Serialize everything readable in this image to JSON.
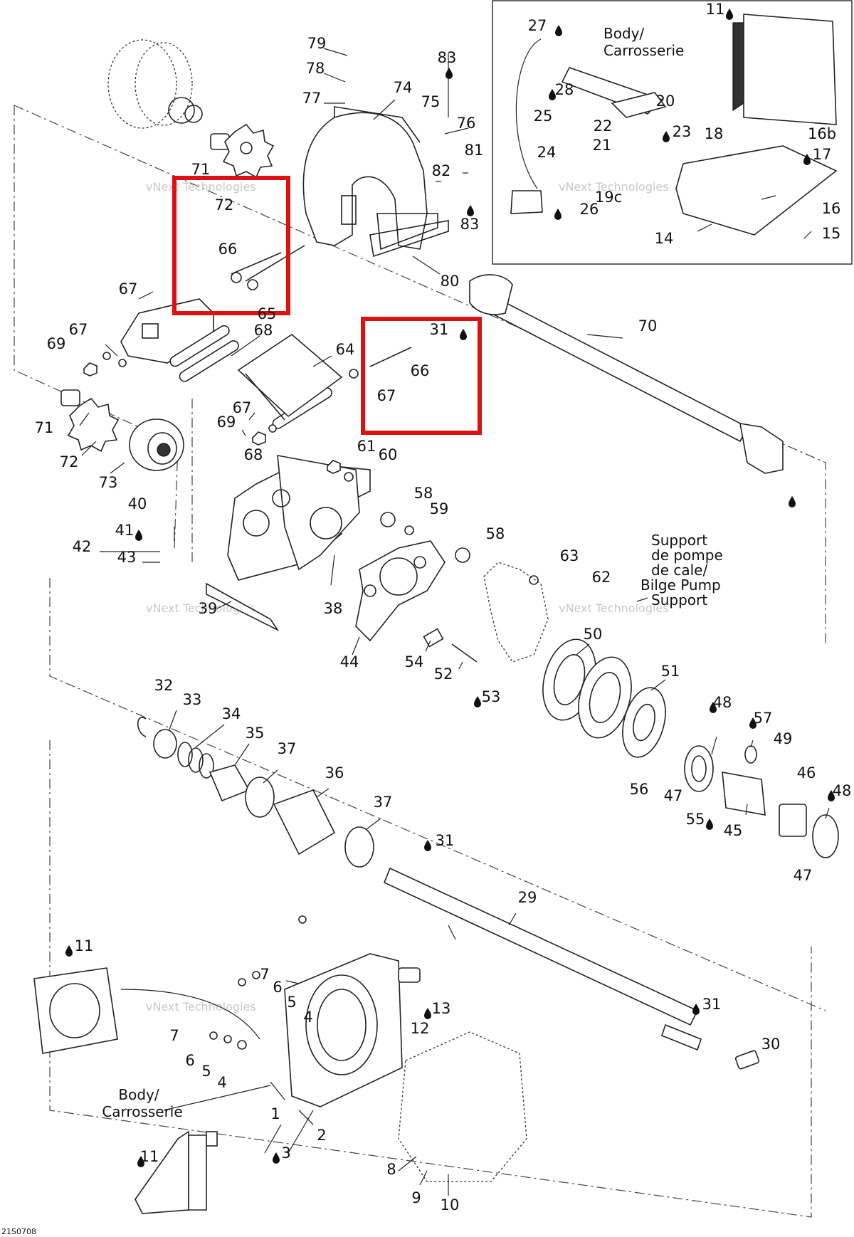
{
  "diagram_code": "21S0708",
  "watermark": [
    "vNext Technologies",
    "vNext Technologies",
    "vNext Technologies",
    "vNext Technologies",
    "vNext Technologies"
  ],
  "labels": {
    "body_top": "Body/\nCarrosserie",
    "body_bottom": "Body/\nCarrosserie",
    "bilge": "Support\nde pompe\nde cale/\nBilge Pump\nSupport"
  },
  "callouts": [
    "79",
    "78",
    "77",
    "74",
    "75",
    "83",
    "76",
    "82",
    "81",
    "83",
    "80",
    "71",
    "72",
    "66",
    "67",
    "65",
    "67",
    "69",
    "68",
    "64",
    "31",
    "70",
    "66",
    "67",
    "67",
    "69",
    "68",
    "71",
    "72",
    "73",
    "61",
    "60",
    "58",
    "59",
    "58",
    "63",
    "62",
    "40",
    "41",
    "42",
    "43",
    "39",
    "38",
    "44",
    "54",
    "52",
    "53",
    "50",
    "51",
    "32",
    "33",
    "34",
    "35",
    "37",
    "36",
    "37",
    "31",
    "48",
    "57",
    "49",
    "56",
    "47",
    "46",
    "48",
    "55",
    "45",
    "47",
    "29",
    "11",
    "7",
    "6",
    "5",
    "4",
    "13",
    "12",
    "7",
    "6",
    "5",
    "4",
    "31",
    "30",
    "1",
    "2",
    "3",
    "8",
    "9",
    "10",
    "11",
    "27",
    "28",
    "25",
    "24",
    "20",
    "22",
    "23",
    "21",
    "26",
    "11",
    "18",
    "16b",
    "17",
    "19c",
    "16",
    "14",
    "15"
  ],
  "highlight_boxes": 2,
  "colors": {
    "highlight": "#dd1111",
    "line": "#222222",
    "watermark": "#c8c8c8"
  }
}
